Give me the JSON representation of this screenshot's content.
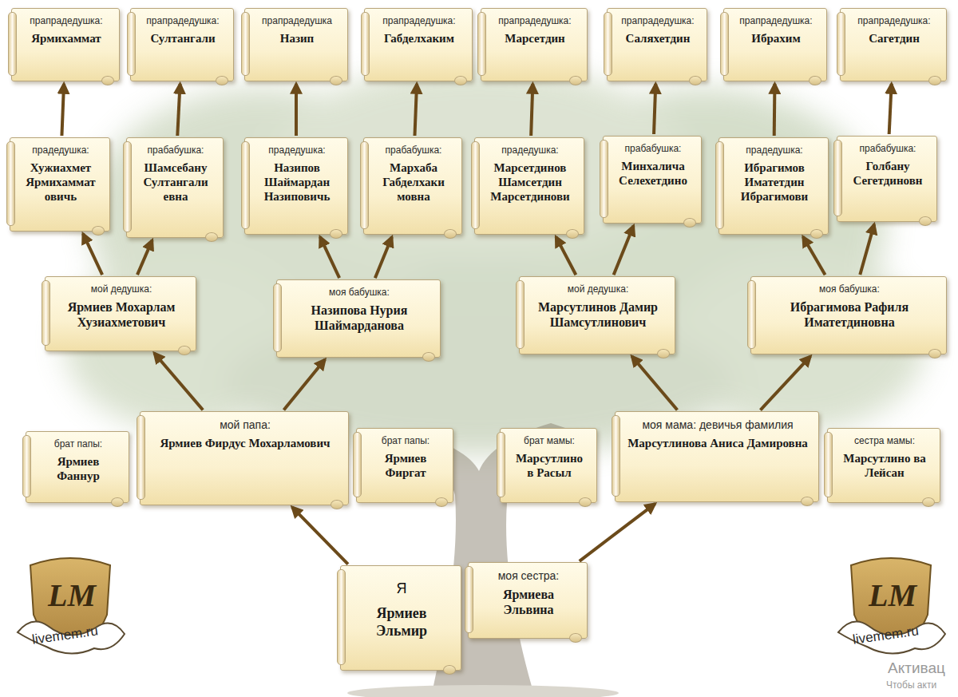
{
  "diagram": {
    "nodes": [
      {
        "text": [
          "прапрадедушка:",
          "Ярмихаммат"
        ]
      },
      {
        "text": [
          "прапрадедушка:",
          "Султангали"
        ]
      },
      {
        "text": [
          "прапрадедушка",
          "Назип"
        ]
      },
      {
        "text": [
          "прапрадедушка:",
          "Габделхаким"
        ]
      },
      {
        "text": [
          "прапрадедушка:",
          "Марсетдин"
        ]
      },
      {
        "text": [
          "прапрадедушка:",
          "Саляхетдин"
        ]
      },
      {
        "text": [
          "прапрадедушка:",
          "Ибрахим"
        ]
      },
      {
        "text": [
          "прапрадедушка:",
          "Сагетдин"
        ]
      },
      {
        "text": [
          "прадедушка:",
          "Хужиахмет Ярмихаммат овичь"
        ]
      },
      {
        "text": [
          "прабабушка:",
          "Шамсебану Султангали евна"
        ]
      },
      {
        "text": [
          "прадедушка:",
          "Назипов Шаймардан Назиповичь"
        ]
      },
      {
        "text": [
          "прабабушка:",
          "Мархаба Габделхаки мовна"
        ]
      },
      {
        "text": [
          "прадедушка:",
          "Марсетдинов Шамсетдин Марсетдинови"
        ]
      },
      {
        "text": [
          "прабабушка:",
          "Минхалича Селехетдино"
        ]
      },
      {
        "text": [
          "прадедушка:",
          "Ибрагимов Иматетдин Ибрагимови"
        ]
      },
      {
        "text": [
          "прабабушка:",
          "Голбану Сегетдиновн"
        ]
      },
      {
        "text": [
          "мой дедушка:",
          "Ярмиев Мохарлам Хузиахметович"
        ]
      },
      {
        "text": [
          "моя бабушка:",
          "Назипова Нурия Шаймарданова"
        ]
      },
      {
        "text": [
          "мой дедушка:",
          "Марсутлинов Дамир Шамсутлинович"
        ]
      },
      {
        "text": [
          "моя бабушка:",
          "Ибрагимова Рафиля Иматетдиновна"
        ]
      },
      {
        "text": [
          "брат папы:",
          "Ярмиев Фаннур"
        ]
      },
      {
        "text": [
          "мой папа:",
          "Ярмиев Фирдус Мохарламович"
        ]
      },
      {
        "text": [
          "брат папы:",
          "Ярмиев Фиргат"
        ]
      },
      {
        "text": [
          "брат мамы:",
          "Марсутлино в Расыл"
        ]
      },
      {
        "text": [
          "моя мама: девичья фамилия",
          "Марсутлинова Аниса Дамировна"
        ]
      },
      {
        "text": [
          "сестра мамы:",
          "Марсутлино ва Лейсан"
        ]
      },
      {
        "text": [
          "Я",
          "Ярмиев Эльмир"
        ]
      },
      {
        "text": [
          "моя сестра:",
          "Ярмиева Эльвина"
        ]
      }
    ],
    "edges": [
      {
        "from": 8,
        "to": 0,
        "arrow": "to"
      },
      {
        "from": 9,
        "to": 1,
        "arrow": "to"
      },
      {
        "from": 10,
        "to": 2,
        "arrow": "to"
      },
      {
        "from": 11,
        "to": 3,
        "arrow": "to"
      },
      {
        "from": 12,
        "to": 4,
        "arrow": "to"
      },
      {
        "from": 13,
        "to": 5,
        "arrow": "to"
      },
      {
        "from": 14,
        "to": 6,
        "arrow": "to"
      },
      {
        "from": 15,
        "to": 7,
        "arrow": "to"
      },
      {
        "from": 16,
        "to": 8,
        "arrow": "to"
      },
      {
        "from": 16,
        "to": 9,
        "arrow": "to"
      },
      {
        "from": 17,
        "to": 10,
        "arrow": "to"
      },
      {
        "from": 17,
        "to": 11,
        "arrow": "to"
      },
      {
        "from": 18,
        "to": 12,
        "arrow": "to"
      },
      {
        "from": 18,
        "to": 13,
        "arrow": "to"
      },
      {
        "from": 19,
        "to": 14,
        "arrow": "to"
      },
      {
        "from": 19,
        "to": 15,
        "arrow": "to"
      },
      {
        "from": 21,
        "to": 16,
        "arrow": "to"
      },
      {
        "from": 21,
        "to": 17,
        "arrow": "to"
      },
      {
        "from": 24,
        "to": 18,
        "arrow": "to"
      },
      {
        "from": 24,
        "to": 19,
        "arrow": "to"
      },
      {
        "from": 26,
        "to": 21,
        "arrow": "to"
      },
      {
        "from": 27,
        "to": 24,
        "arrow": "to"
      }
    ],
    "labels": [
      "LM",
      "livemem.ru",
      "LM",
      "livemem.ru",
      "Активац",
      "Чтобы акти"
    ]
  }
}
